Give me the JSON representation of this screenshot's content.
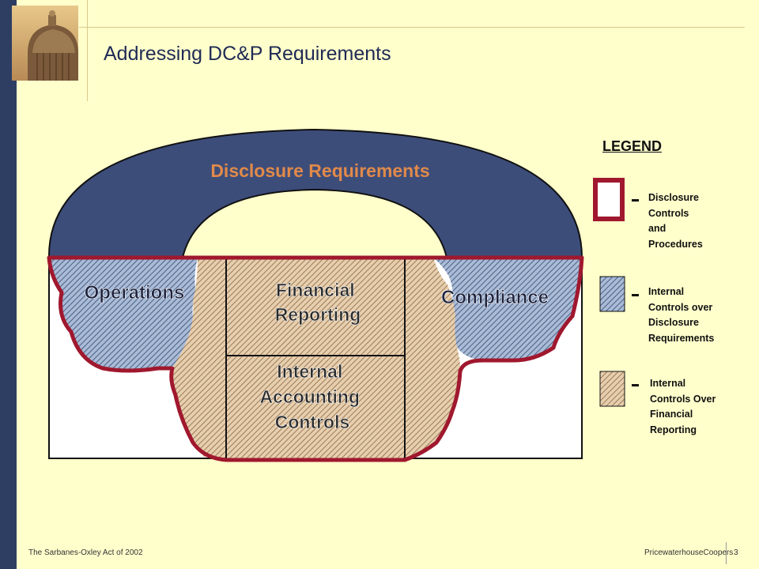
{
  "slide": {
    "title": "Addressing DC&P Requirements",
    "footer_left": "The Sarbanes-Oxley Act of 2002",
    "footer_right": "PricewaterhouseCoopers",
    "page_number": "3"
  },
  "diagram": {
    "arch_label": "Disclosure Requirements",
    "left_label": "Operations",
    "right_label": "Compliance",
    "center_top_label": [
      "Financial",
      "Reporting"
    ],
    "center_bottom_label": [
      "Internal",
      "Accounting",
      "Controls"
    ]
  },
  "legend": {
    "title": "LEGEND",
    "items": [
      {
        "text": [
          "Disclosure",
          "Controls",
          "and",
          "Procedures"
        ]
      },
      {
        "text": [
          "Internal",
          "Controls over",
          "Disclosure",
          "Requirements"
        ]
      },
      {
        "text": [
          "Internal",
          "Controls Over",
          "Financial",
          "Reporting"
        ]
      }
    ]
  },
  "colors": {
    "background": "#FFFFCC",
    "sidebar": "#2E3E62",
    "arch_fill": "#3D4D7A",
    "arch_label": "#E08A4A",
    "border_red": "#A0182E",
    "hatch_blue": "#6F84A6",
    "hatch_tan": "#C9A27A"
  }
}
